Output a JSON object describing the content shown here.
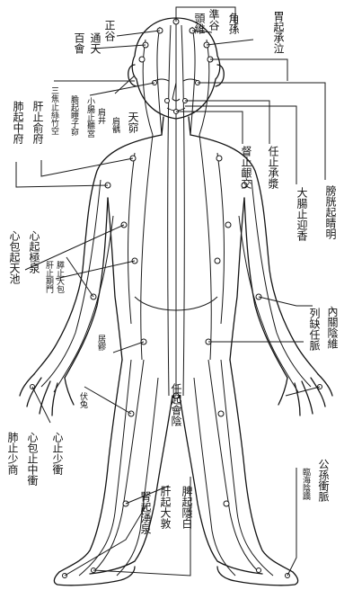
{
  "labels": {
    "top_a": "正谷",
    "top_b": "通天",
    "top_c": "百會",
    "top_d": "準谷",
    "top_e": "頭維",
    "top_f": "角孫",
    "top_g": "胃起承泣",
    "left_a": "三焦止絲竹空",
    "left_b": "膽起瞳子窌",
    "left_c": "小腸止聽宮",
    "left_d": "肺起中府",
    "left_e": "肝止俞府",
    "left_f": "肩井",
    "left_g": "天窌",
    "left_h": "肩髃",
    "mid_a": "任止承漿",
    "mid_b": "督止齦交",
    "right_a": "膀胱起睛明",
    "right_b": "大腸止迎香",
    "left_i": "心起極泉",
    "left_j": "心包起天池",
    "left_k": "膵止大包",
    "left_l": "肝止期門",
    "left_m": "居髎",
    "right_c": "內關陰維",
    "right_d": "列缺任脈",
    "lower_a": "任起會陰",
    "lower_b": "伏兔",
    "lower_c": "心止少衝",
    "lower_d": "心包止中衝",
    "lower_e": "肺止少商",
    "lower_f": "脾起隱白",
    "lower_g": "肝起大敦",
    "lower_h": "腎起湧泉",
    "right_e": "公孫衝脈",
    "right_f": "臨海陰蹻"
  }
}
